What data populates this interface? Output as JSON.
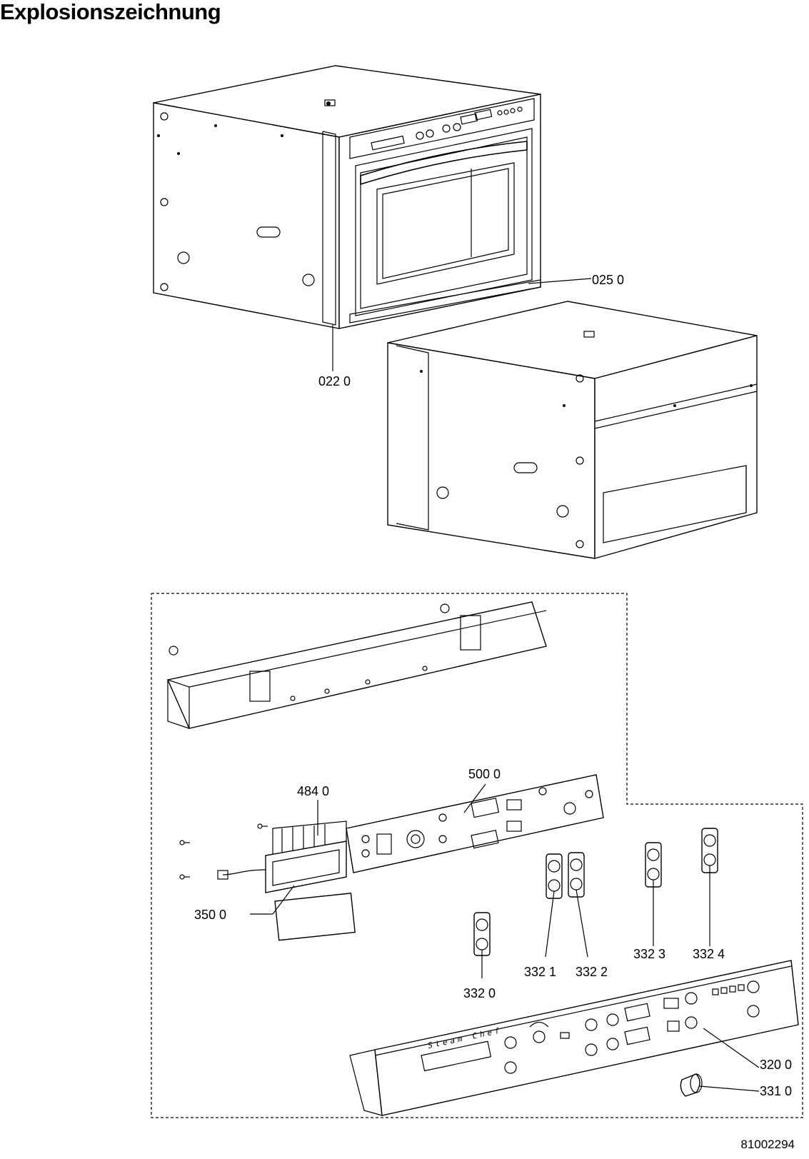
{
  "header": {
    "title": "Explosionszeichnung"
  },
  "footer": {
    "doc_number": "81002294"
  },
  "panel_text": {
    "brand_script": "Steam Chef"
  },
  "callouts": [
    {
      "id": "c0250",
      "label": "025 0"
    },
    {
      "id": "c0220",
      "label": "022 0"
    },
    {
      "id": "c5000",
      "label": "500 0"
    },
    {
      "id": "c4840",
      "label": "484 0"
    },
    {
      "id": "c3500",
      "label": "350 0"
    },
    {
      "id": "c3320",
      "label": "332 0"
    },
    {
      "id": "c3321",
      "label": "332 1"
    },
    {
      "id": "c3322",
      "label": "332 2"
    },
    {
      "id": "c3323",
      "label": "332 3"
    },
    {
      "id": "c3324",
      "label": "332 4"
    },
    {
      "id": "c3200",
      "label": "320 0"
    },
    {
      "id": "c3310",
      "label": "331 0"
    }
  ]
}
